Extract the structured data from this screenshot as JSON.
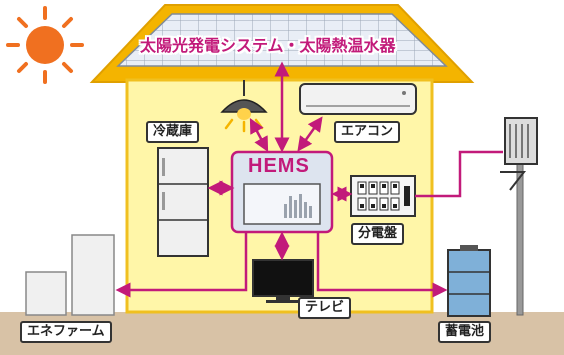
{
  "title": "太陽光発電システム・太陽熱温水器",
  "hub": "HEMS",
  "labels": {
    "fridge": "冷蔵庫",
    "aircon": "エアコン",
    "breaker": "分電盤",
    "tv": "テレビ",
    "fuelcell": "エネファーム",
    "battery": "蓄電池"
  },
  "colors": {
    "accent": "#c21a7a",
    "wall": "#fff6a8",
    "wall_border": "#f0c020",
    "roof": "#f4b400",
    "ground": "#d8c2a6",
    "sun": "#f07020"
  }
}
